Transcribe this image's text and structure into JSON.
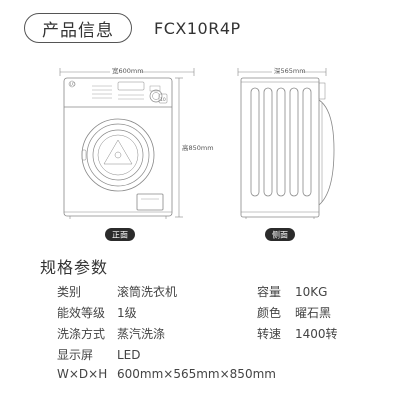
{
  "header": {
    "title": "产品信息",
    "model": "FCX10R4P"
  },
  "drawing": {
    "front": {
      "width_label": "宽600mm",
      "height_label": "高850mm",
      "view_label": "正面",
      "brand_text": "LG",
      "badge_text": "10"
    },
    "side": {
      "depth_label": "深565mm",
      "view_label": "侧面"
    },
    "colors": {
      "line": "#888888",
      "tag": "#2b2b2b"
    }
  },
  "specs": {
    "title": "规格参数",
    "left": [
      {
        "label": "类别",
        "value": "滚筒洗衣机"
      },
      {
        "label": "能效等级",
        "value": "1级"
      },
      {
        "label": "洗涤方式",
        "value": "蒸汽洗涤"
      },
      {
        "label": "显示屏",
        "value": "LED"
      },
      {
        "label": "W×D×H",
        "value": "600mm×565mm×850mm"
      }
    ],
    "right": [
      {
        "label": "容量",
        "value": "10KG"
      },
      {
        "label": "颜色",
        "value": "曜石黑"
      },
      {
        "label": "转速",
        "value": "1400转"
      }
    ]
  }
}
